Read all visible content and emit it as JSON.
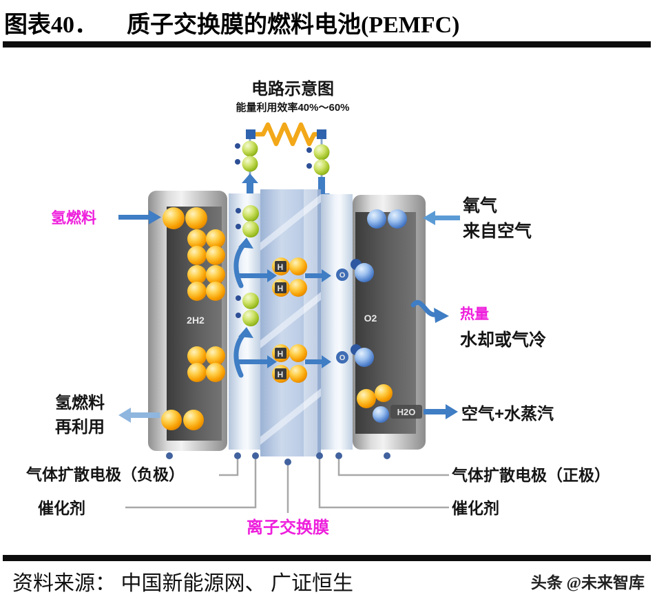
{
  "header": {
    "figure_label": "图表40．",
    "figure_title": "质子交换膜的燃料电池(PEMFC)"
  },
  "diagram": {
    "circuit_title": "电路示意图",
    "circuit_subtitle": "能量利用效率40%～60%",
    "left": {
      "fuel_in": "氢燃料",
      "fuel_reuse_line1": "氢燃料",
      "fuel_reuse_line2": "再利用",
      "electrode_label": "气体扩散电极（负极）",
      "catalyst": "催化剂",
      "channel_gas": "2H2"
    },
    "center": {
      "membrane_label": "离子交换膜",
      "h_ion": "H"
    },
    "right": {
      "oxygen_line1": "氧气",
      "oxygen_line2": "来自空气",
      "heat": "热量",
      "cooling": "水却或气冷",
      "exhaust": "空气+水蒸汽",
      "electrode_label": "气体扩散电极（正极）",
      "catalyst": "催化剂",
      "channel_gas": "O2",
      "water_badge": "H2O",
      "o_ion": "O"
    },
    "colors": {
      "magenta": "#ee1fdc",
      "arrow_blue": "#3f7dc4",
      "resistor_yellow": "#f2a818"
    }
  },
  "footer": {
    "source": "资料来源： 中国新能源网、 广证恒生",
    "watermark": "头条 @未来智库"
  }
}
